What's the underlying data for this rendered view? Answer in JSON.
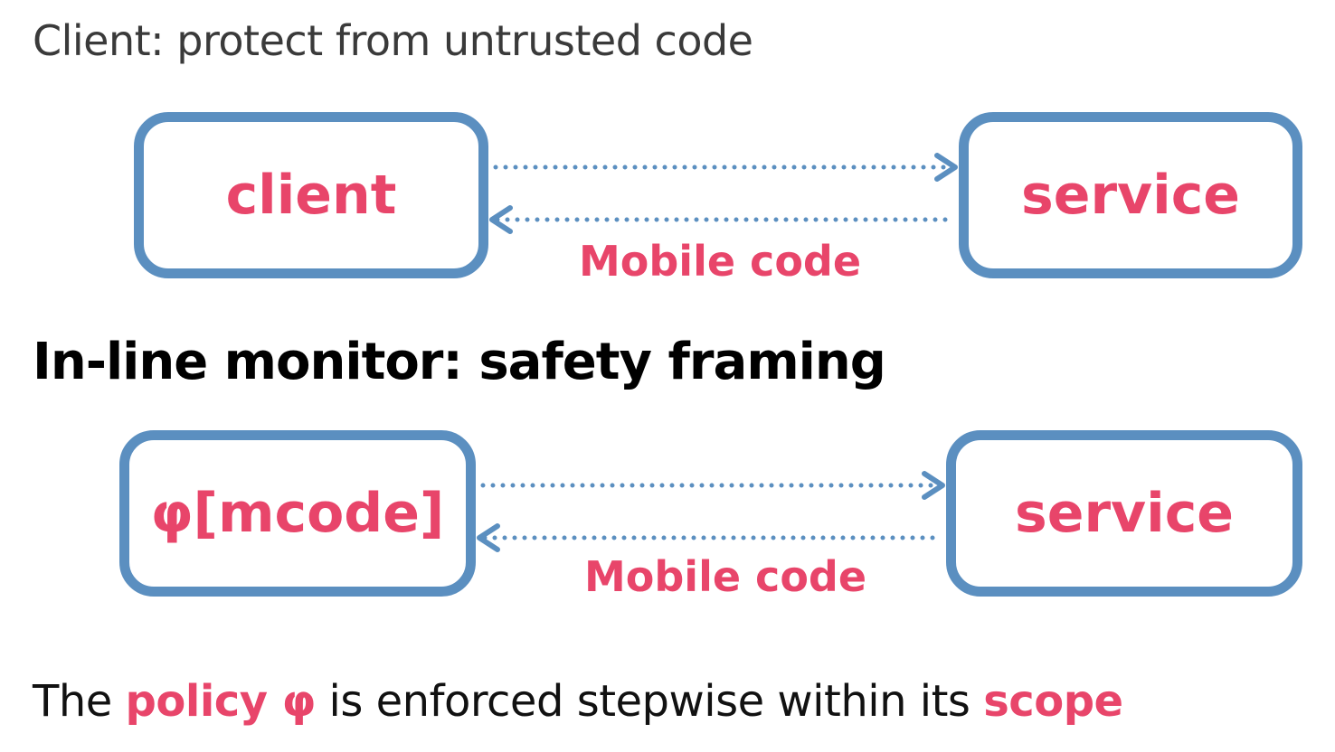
{
  "heading_top": "Client: protect from untrusted code",
  "diagram1": {
    "left_box": "client",
    "right_box": "service",
    "arrow_label": "Mobile code"
  },
  "heading_middle": "In-line monitor: safety framing",
  "diagram2": {
    "left_box": "φ[mcode]",
    "right_box": "service",
    "arrow_label": "Mobile code"
  },
  "footer": {
    "part1": "The ",
    "policy": "policy",
    "phi": " φ",
    "part2": " is enforced stepwise within its ",
    "scope": "scope"
  },
  "colors": {
    "accent": "#e8456a",
    "box_border": "#5b8fc0",
    "text": "#111111"
  }
}
